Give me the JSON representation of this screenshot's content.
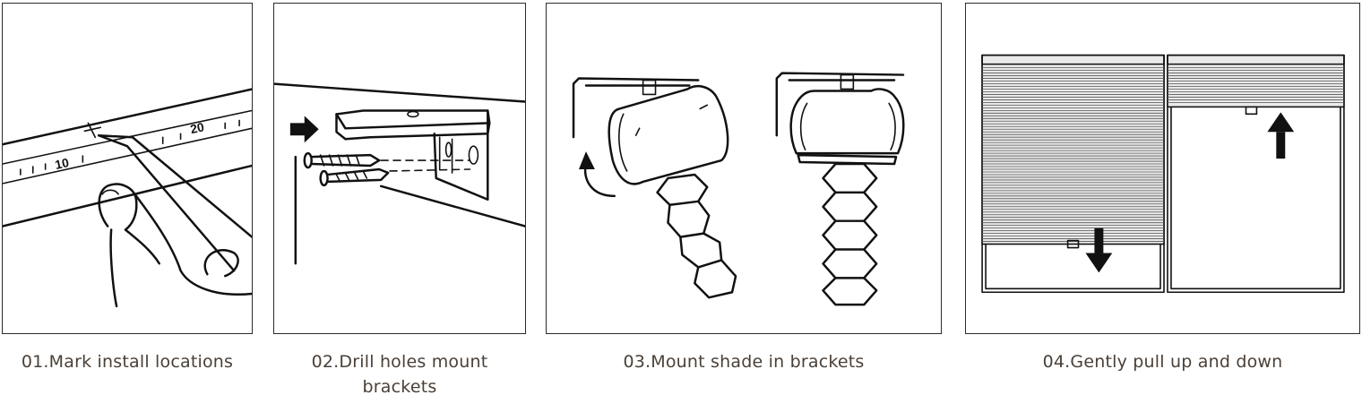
{
  "steps": [
    {
      "caption": "01.Mark install locations",
      "ruler_ticks": [
        "10",
        "20"
      ]
    },
    {
      "caption": "02.Drill holes mount brackets"
    },
    {
      "caption": "03.Mount shade in brackets"
    },
    {
      "caption": "04.Gently pull up and down"
    }
  ],
  "colors": {
    "ink": "#111111",
    "frame": "#2b2b2b",
    "caption": "#4a4037"
  },
  "icons": [
    "pencil-icon",
    "drill-arrow-icon",
    "rotate-arrow-icon",
    "down-arrow-icon",
    "up-arrow-icon"
  ]
}
